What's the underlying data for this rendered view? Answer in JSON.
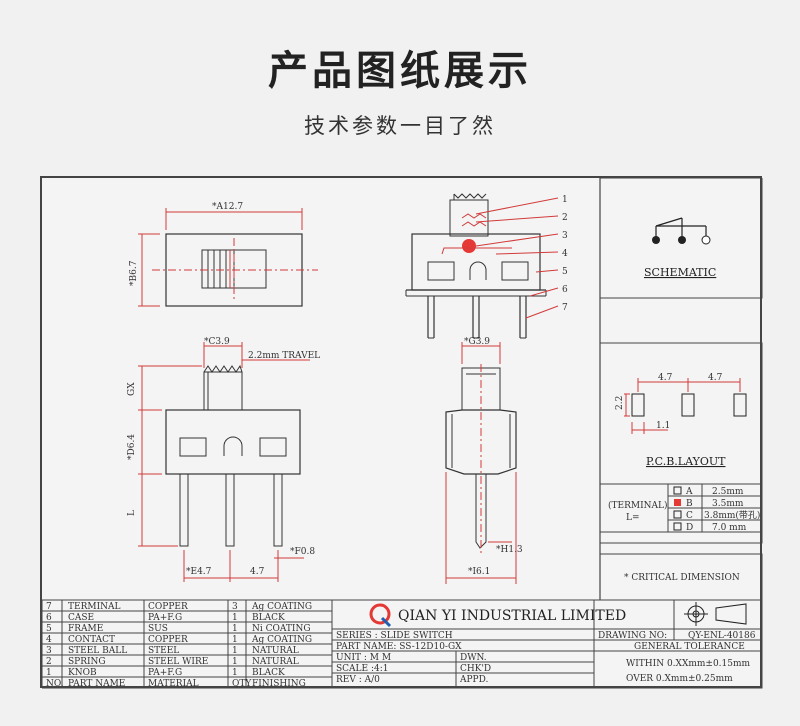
{
  "header": {
    "title": "产品图纸展示",
    "subtitle": "技术参数一目了然"
  },
  "dims": {
    "a": "*A12.7",
    "b": "*B6.7",
    "c": "*C3.9",
    "travel": "2.2mm TRAVEL",
    "gx": "GX",
    "d": "*D6.4",
    "l": "L",
    "f": "*F0.8",
    "e": "*E4.7",
    "e2": "4.7",
    "g": "*G3.9",
    "h": "*H1.3",
    "i": "*I6.1"
  },
  "callouts": [
    "1",
    "2",
    "3",
    "4",
    "5",
    "6",
    "7"
  ],
  "schematic": {
    "label": "SCHEMATIC"
  },
  "pcb": {
    "label": "P.C.B.LAYOUT",
    "d1": "4.7",
    "d2": "4.7",
    "d3": "2.2",
    "d4": "1.1"
  },
  "terminal": {
    "label1": "(TERMINAL)",
    "label2": "L=",
    "options": [
      {
        "code": "A",
        "value": "2.5mm"
      },
      {
        "code": "B",
        "value": "3.5mm"
      },
      {
        "code": "C",
        "value": "3.8mm(带孔)"
      },
      {
        "code": "D",
        "value": "7.0 mm"
      }
    ]
  },
  "critical": "* CRITICAL DIMENSION",
  "bom": [
    {
      "no": "7",
      "part": "TERMINAL",
      "material": "COPPER",
      "qty": "3",
      "finish": "Ag COATING"
    },
    {
      "no": "6",
      "part": "CASE",
      "material": "PA+F.G",
      "qty": "1",
      "finish": "BLACK"
    },
    {
      "no": "5",
      "part": "FRAME",
      "material": "SUS",
      "qty": "1",
      "finish": "Ni COATING"
    },
    {
      "no": "4",
      "part": "CONTACT",
      "material": "COPPER",
      "qty": "1",
      "finish": "Ag COATING"
    },
    {
      "no": "3",
      "part": "STEEL BALL",
      "material": "STEEL",
      "qty": "1",
      "finish": "NATURAL"
    },
    {
      "no": "2",
      "part": "SPRING",
      "material": "STEEL WIRE",
      "qty": "1",
      "finish": "NATURAL"
    },
    {
      "no": "1",
      "part": "KNOB",
      "material": "PA+F.G",
      "qty": "1",
      "finish": "BLACK"
    }
  ],
  "bom_header": {
    "no": "NO.",
    "part": "PART NAME",
    "material": "MATERIAL",
    "qty": "QTY",
    "finish": "FINISHING"
  },
  "company": "QIAN  YI  INDUSTRIAL  LIMITED",
  "titleblock": {
    "series": "SERIES : SLIDE SWITCH",
    "part": "PART NAME: SS-12D10-GX",
    "unit": "UNIT : M M",
    "dwn": "DWN.",
    "scale": "SCALE :4:1",
    "chk": "CHK'D",
    "rev": "REV   : A/0",
    "appd": "APPD.",
    "drawing_no_label": "DRAWING NO:",
    "drawing_no": "QY-ENL-40186",
    "tolerance": "GENERAL TOLERANCE",
    "within": "WITHIN 0.XXmm±0.15mm",
    "over": "OVER   0.Xmm±0.25mm"
  },
  "colors": {
    "accent_red": "#e53935",
    "line": "#333333",
    "dim_red": "#d23a3a"
  }
}
